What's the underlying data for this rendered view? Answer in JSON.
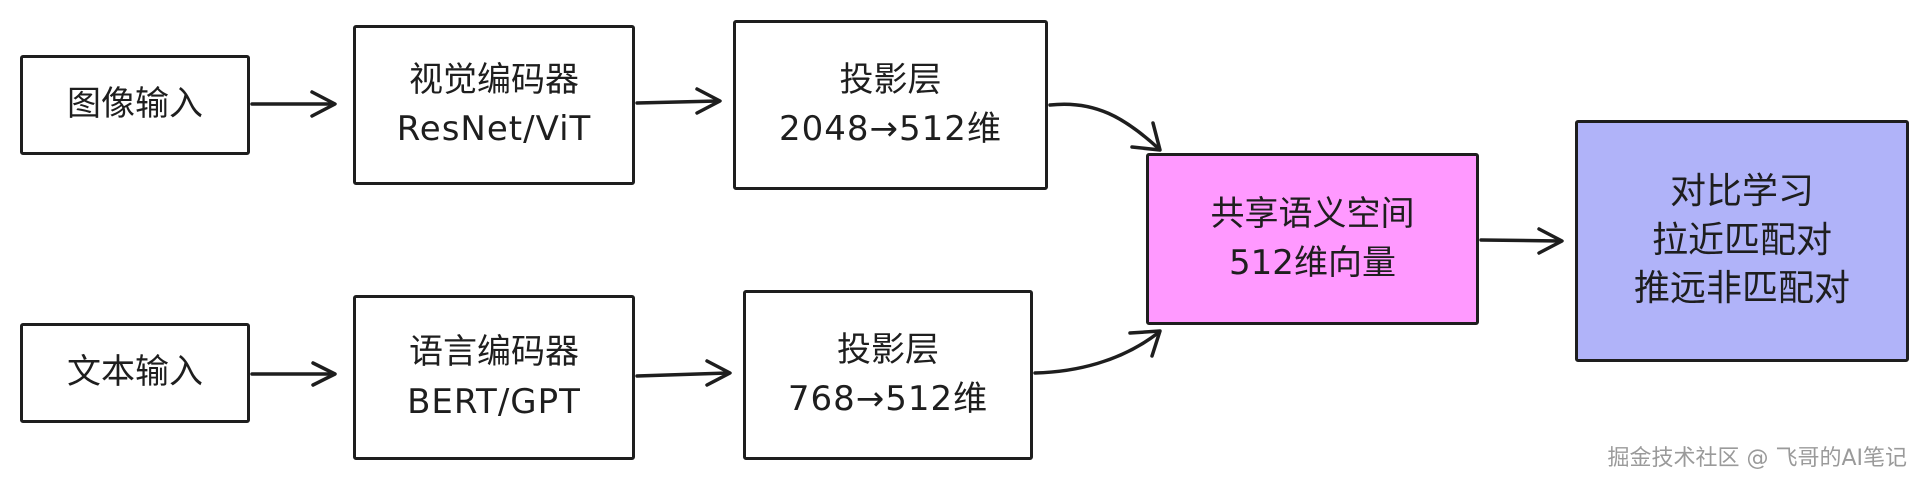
{
  "nodes": {
    "image_input": {
      "label": "图像输入"
    },
    "visual_encoder": {
      "line1": "视觉编码器",
      "line2": "ResNet/ViT"
    },
    "projection_image": {
      "line1": "投影层",
      "line2": "2048→512维"
    },
    "text_input": {
      "label": "文本输入"
    },
    "language_encoder": {
      "line1": "语言编码器",
      "line2": "BERT/GPT"
    },
    "projection_text": {
      "line1": "投影层",
      "line2": "768→512维"
    },
    "shared_space": {
      "line1": "共享语义空间",
      "line2": "512维向量"
    },
    "contrastive": {
      "line1": "对比学习",
      "line2": "拉近匹配对",
      "line3": "推远非匹配对"
    }
  },
  "colors": {
    "stroke": "#1e1e1e",
    "shared_fill": "#ff99ff",
    "contrastive_fill": "#b0b3f9",
    "watermark": "#9a9a9a"
  },
  "watermark": "掘金技术社区 @ 飞哥的AI笔记"
}
